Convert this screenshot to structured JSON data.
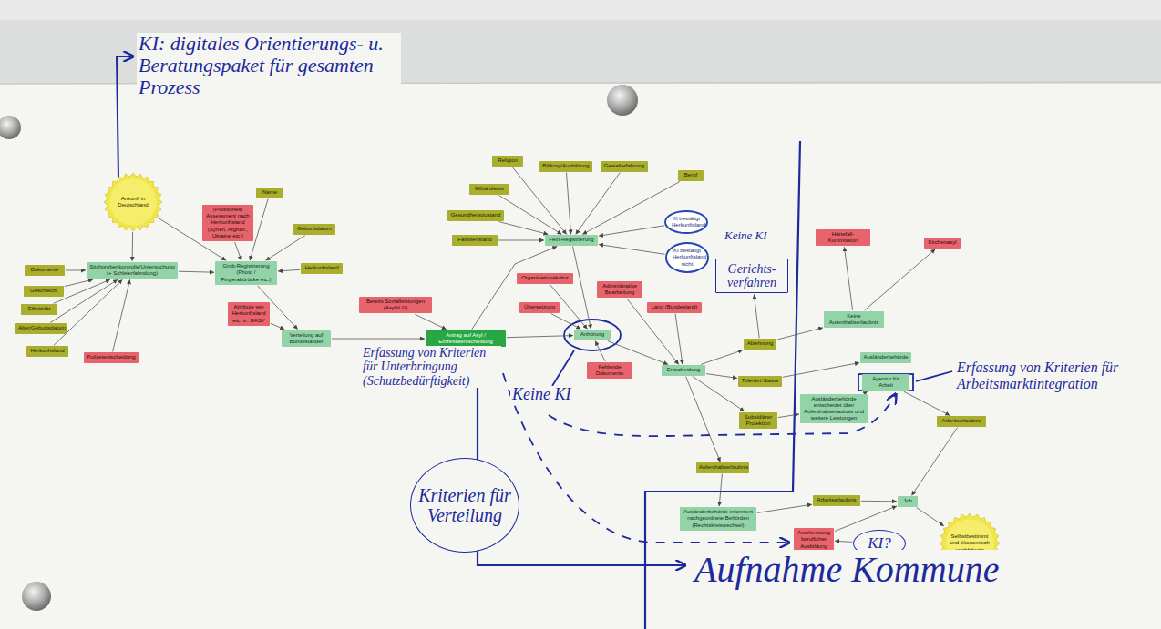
{
  "diagram": {
    "nodes": [
      {
        "text": [
          "Ankunft in Deutschland"
        ]
      },
      {
        "text": [
          "Dokumente"
        ]
      },
      {
        "text": [
          "Geschlecht"
        ]
      },
      {
        "text": [
          "Ethnizität"
        ]
      },
      {
        "text": [
          "Alter/Geburtsdatum"
        ]
      },
      {
        "text": [
          "Herkunftsland"
        ]
      },
      {
        "text": [
          "Stichprobenkontrolle/Untersuchung (+ Schleierfahndung)"
        ]
      },
      {
        "text": [
          "Polizeientscheidung"
        ]
      },
      {
        "text": [
          "(Politisches) Assessment nach Herkunftsland (Syrien, Afghan., Ukraine etc.)"
        ]
      },
      {
        "text": [
          "Name"
        ]
      },
      {
        "text": [
          "Geburtsdatum"
        ]
      },
      {
        "text": [
          "Herkunftsland"
        ]
      },
      {
        "text": [
          "Grob-Registrierung (Photo / Fingerabdrücke etc.)"
        ]
      },
      {
        "text": [
          "Attribute wie Herkunftsland etc. s.: EASY"
        ]
      },
      {
        "text": [
          "Verteilung auf Bundesländer"
        ]
      },
      {
        "text": [
          "Bereits Sozialleistungen (AsylbLG)"
        ]
      },
      {
        "text": [
          "Antrag auf Asyl / Einzelfallentscheidung"
        ]
      },
      {
        "text": [
          "Religion"
        ]
      },
      {
        "text": [
          "Bildung/Ausbildung"
        ]
      },
      {
        "text": [
          "Gewalterfahrung"
        ]
      },
      {
        "text": [
          "Beruf"
        ]
      },
      {
        "text": [
          "Militärdienst"
        ]
      },
      {
        "text": [
          "Gesundheitszustand"
        ]
      },
      {
        "text": [
          "Familienstand"
        ]
      },
      {
        "text": [
          "Fein-Registrierung"
        ]
      },
      {
        "text": [
          "KI bestätigt Herkunftsland"
        ]
      },
      {
        "text": [
          "KI bestätigt Herkunftsland nicht"
        ]
      },
      {
        "text": [
          "Organisationskultur"
        ]
      },
      {
        "text": [
          "Übersetzung"
        ]
      },
      {
        "text": [
          "Administrative Bearbeitung"
        ]
      },
      {
        "text": [
          "Land (Bundesland)"
        ]
      },
      {
        "text": [
          "Anhörung"
        ]
      },
      {
        "text": [
          "Fehlende Dokumente"
        ]
      },
      {
        "text": [
          "Entscheidung"
        ]
      },
      {
        "text": [
          "Gerichts- verfahren"
        ]
      },
      {
        "text": [
          "Ablehnung"
        ]
      },
      {
        "text": [
          "Toleriert-Status"
        ]
      },
      {
        "text": [
          "Subsidiärer Protektion"
        ]
      },
      {
        "text": [
          "Aufenthaltserlaubnis"
        ]
      },
      {
        "text": [
          "Härtefall-Kommission"
        ]
      },
      {
        "text": [
          "Kirchenasyl"
        ]
      },
      {
        "text": [
          "Keine Aufenthaltserlaubnis"
        ]
      },
      {
        "text": [
          "Ausländerbehörde entscheidet über Aufenthaltserlaubnis und weitere Leistungen"
        ]
      },
      {
        "text": [
          "Ausländerbehörde"
        ]
      },
      {
        "text": [
          "Agentur für Arbeit"
        ]
      },
      {
        "text": [
          "Arbeitserlaubnis"
        ]
      },
      {
        "text": [
          "Ausländerbehörde informiert nachgeordnete Behörden (Rechtskreiswechsel)"
        ]
      },
      {
        "text": [
          "Arbeitserlaubnis"
        ]
      },
      {
        "text": [
          "Job"
        ]
      },
      {
        "text": [
          "Anerkennung beruflicher Ausbildung"
        ]
      },
      {
        "text": [
          "KI?"
        ]
      },
      {
        "text": [
          "Selbstbestimmt und ökonomisch unabhängig"
        ]
      },
      {
        "text": [
          "Kriterien für Verteilung"
        ]
      }
    ],
    "edges": [
      {
        "from": 0,
        "to": 6,
        "arrow": "to"
      },
      {
        "from": 0,
        "to": 12,
        "arrow": "to"
      },
      {
        "from": 1,
        "to": 6,
        "arrow": "to"
      },
      {
        "from": 2,
        "to": 6,
        "arrow": "to"
      },
      {
        "from": 3,
        "to": 6,
        "arrow": "to"
      },
      {
        "from": 4,
        "to": 6,
        "arrow": "to"
      },
      {
        "from": 5,
        "to": 6,
        "arrow": "to"
      },
      {
        "from": 7,
        "to": 6,
        "arrow": "to"
      },
      {
        "from": 6,
        "to": 12,
        "arrow": "to"
      },
      {
        "from": 8,
        "to": 12,
        "arrow": "to"
      },
      {
        "from": 9,
        "to": 12,
        "arrow": "to"
      },
      {
        "from": 10,
        "to": 12,
        "arrow": "to"
      },
      {
        "from": 11,
        "to": 12,
        "arrow": "to"
      },
      {
        "from": 12,
        "to": 14,
        "arrow": "to"
      },
      {
        "from": 13,
        "to": 14,
        "arrow": "to"
      },
      {
        "from": 14,
        "to": 16,
        "arrow": "to"
      },
      {
        "from": 15,
        "to": 16,
        "arrow": "to"
      },
      {
        "from": 16,
        "to": 24,
        "arrow": "to"
      },
      {
        "from": 16,
        "to": 31,
        "arrow": "to"
      },
      {
        "from": 17,
        "to": 24,
        "arrow": "to"
      },
      {
        "from": 18,
        "to": 24,
        "arrow": "to"
      },
      {
        "from": 19,
        "to": 24,
        "arrow": "to"
      },
      {
        "from": 20,
        "to": 24,
        "arrow": "to"
      },
      {
        "from": 21,
        "to": 24,
        "arrow": "to"
      },
      {
        "from": 22,
        "to": 24,
        "arrow": "to"
      },
      {
        "from": 23,
        "to": 24,
        "arrow": "to"
      },
      {
        "from": 25,
        "to": 24,
        "arrow": "to"
      },
      {
        "from": 26,
        "to": 24,
        "arrow": "to"
      },
      {
        "from": 24,
        "to": 31,
        "arrow": "to"
      },
      {
        "from": 27,
        "to": 31,
        "arrow": "to"
      },
      {
        "from": 28,
        "to": 31,
        "arrow": "to"
      },
      {
        "from": 32,
        "to": 31,
        "arrow": "to"
      },
      {
        "from": 31,
        "to": 33,
        "arrow": "to"
      },
      {
        "from": 29,
        "to": 33,
        "arrow": "to"
      },
      {
        "from": 30,
        "to": 33,
        "arrow": "to"
      },
      {
        "from": 33,
        "to": 35,
        "arrow": "to"
      },
      {
        "from": 33,
        "to": 36,
        "arrow": "to"
      },
      {
        "from": 33,
        "to": 37,
        "arrow": "to"
      },
      {
        "from": 33,
        "to": 38,
        "arrow": "to"
      },
      {
        "from": 35,
        "to": 34,
        "arrow": "to"
      },
      {
        "from": 35,
        "to": 41,
        "arrow": "to"
      },
      {
        "from": 41,
        "to": 39,
        "arrow": "to"
      },
      {
        "from": 41,
        "to": 40,
        "arrow": "to"
      },
      {
        "from": 36,
        "to": 43,
        "arrow": "to"
      },
      {
        "from": 37,
        "to": 42,
        "arrow": "to"
      },
      {
        "from": 42,
        "to": 44,
        "arrow": "to"
      },
      {
        "from": 44,
        "to": 45,
        "arrow": "to"
      },
      {
        "from": 38,
        "to": 46,
        "arrow": "to"
      },
      {
        "from": 46,
        "to": 47,
        "arrow": "to"
      },
      {
        "from": 47,
        "to": 48,
        "arrow": "to"
      },
      {
        "from": 45,
        "to": 48,
        "arrow": "to"
      },
      {
        "from": 49,
        "to": 48,
        "arrow": "to"
      },
      {
        "from": 48,
        "to": 51,
        "arrow": "to"
      },
      {
        "from": 50,
        "to": 49,
        "arrow": "to"
      }
    ],
    "labels": [
      "KI: digitales Orientierungs- u. Beratungspaket für gesamten Prozess",
      "Keine KI",
      "Erfassung von Kriterien für Unterbringung (Schutzbedürftigkeit)",
      "Erfassung von Kriterien für Arbeitsmarktintegration",
      "Keine KI",
      "Aufnahme Kommune"
    ]
  }
}
